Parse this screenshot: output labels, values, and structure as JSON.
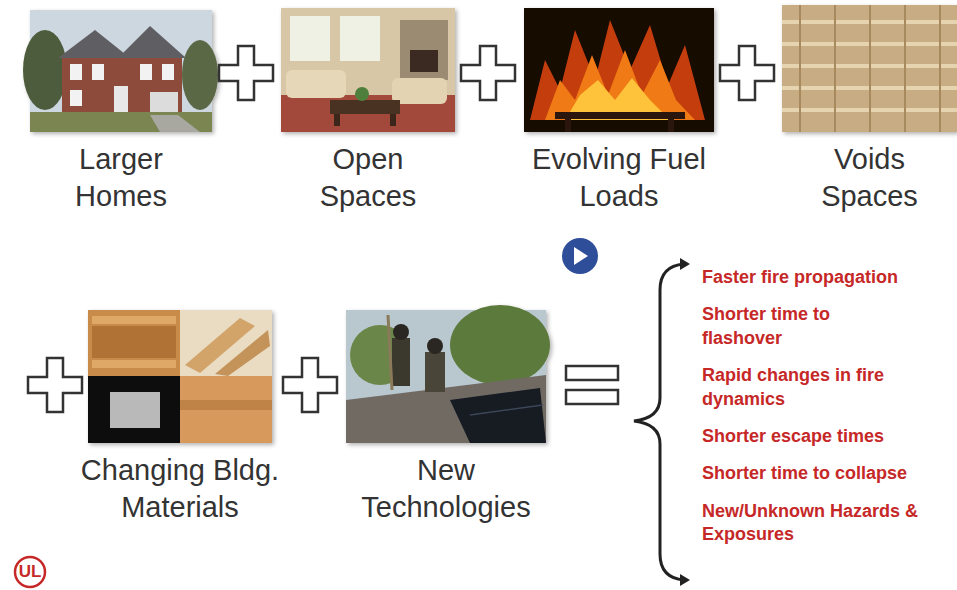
{
  "diagram": {
    "nodes": [
      {
        "text": [
          "Larger Homes"
        ]
      },
      {
        "text": [
          "Open Spaces"
        ]
      },
      {
        "text": [
          "Evolving Fuel Loads"
        ]
      },
      {
        "text": [
          "Voids Spaces"
        ]
      },
      {
        "text": [
          "Changing Bldg. Materials"
        ]
      },
      {
        "text": [
          "New Technologies"
        ]
      }
    ],
    "labels": [
      "Faster fire propagation",
      "Shorter time to flashover",
      "Rapid changes in fire dynamics",
      "Shorter escape times",
      "Shorter time to collapse",
      "New/Unknown Hazards & Exposures",
      "UL"
    ]
  }
}
